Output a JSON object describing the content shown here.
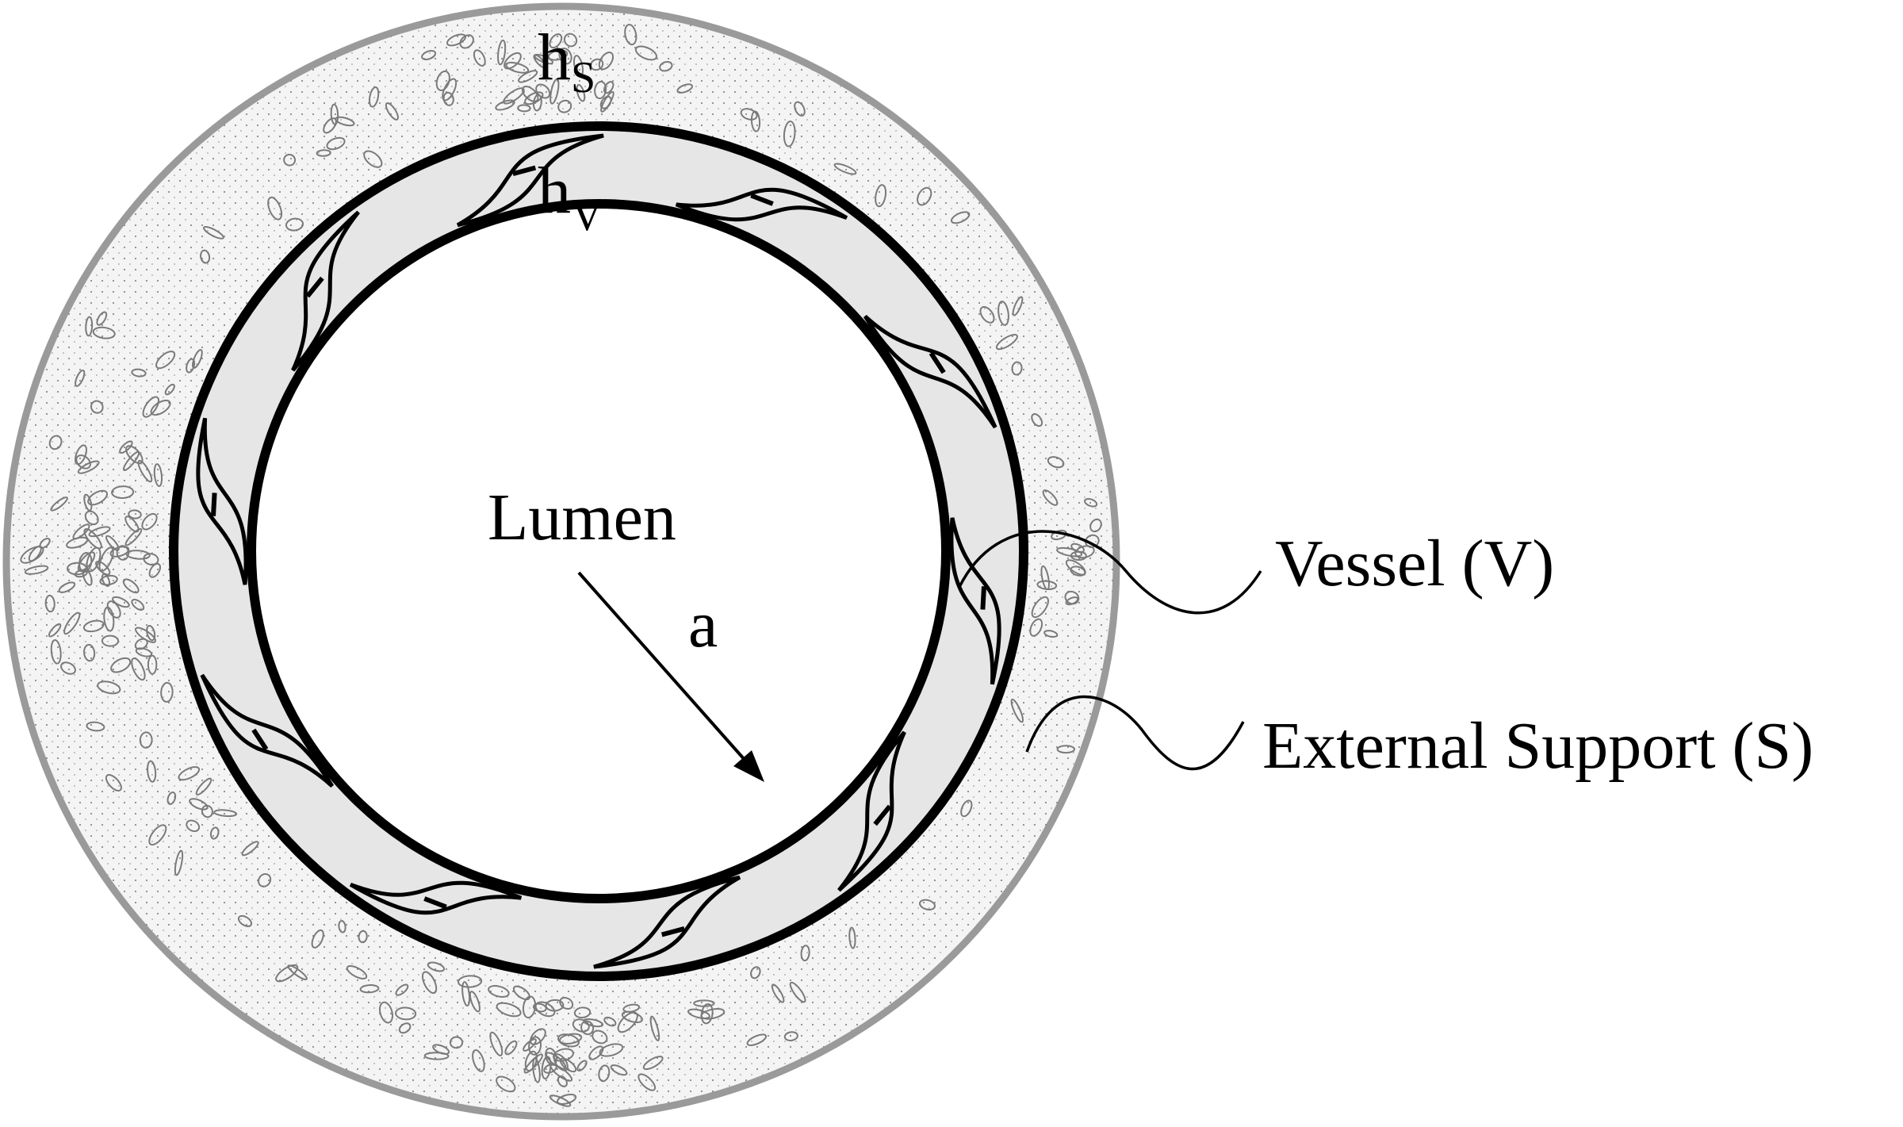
{
  "labels": {
    "support_thickness": "h",
    "support_thickness_sub": "S",
    "vessel_thickness": "h",
    "vessel_thickness_sub": "V",
    "lumen": "Lumen",
    "radius": "a",
    "vessel": "Vessel (V)",
    "external_support": "External Support (S)"
  },
  "colors": {
    "support_fill": "#f4f4f4",
    "support_outline": "#9a9a9a",
    "vessel_fill": "#e6e6e6",
    "vessel_outline": "#000000",
    "lumen_fill": "#ffffff",
    "ink": "#000000"
  },
  "counts": {
    "smooth_muscle_cells": 10
  }
}
